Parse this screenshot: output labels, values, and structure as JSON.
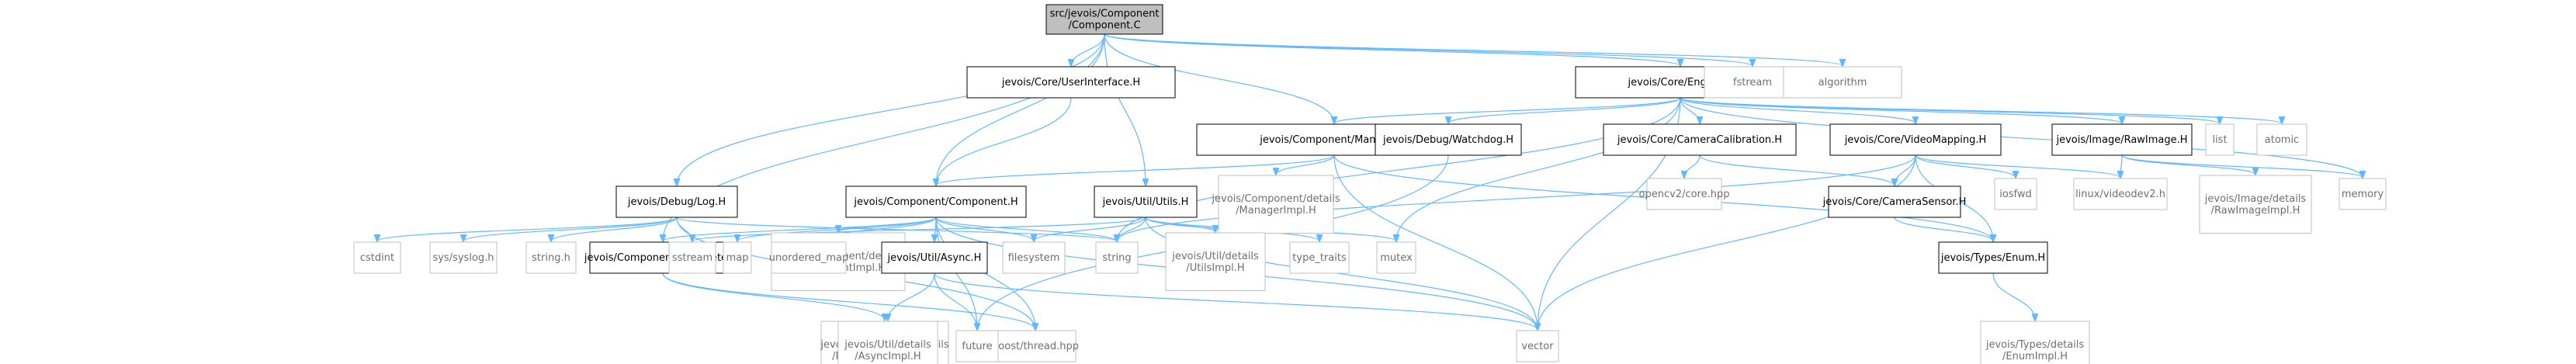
{
  "diagram": {
    "nodes": [
      {
        "id": "root",
        "lines": [
          "src/jevois/Component",
          "/Component.C"
        ],
        "style": "root"
      },
      {
        "id": "ui",
        "lines": [
          "jevois/Core/UserInterface.H"
        ],
        "style": "doc"
      },
      {
        "id": "engine",
        "lines": [
          "jevois/Core/Engine.H"
        ],
        "style": "doc"
      },
      {
        "id": "fstream",
        "lines": [
          "fstream"
        ],
        "style": "ext"
      },
      {
        "id": "algorithm",
        "lines": [
          "algorithm"
        ],
        "style": "ext"
      },
      {
        "id": "manager",
        "lines": [
          "jevois/Component/Manager.H"
        ],
        "style": "doc"
      },
      {
        "id": "watchdog",
        "lines": [
          "jevois/Debug/Watchdog.H"
        ],
        "style": "doc"
      },
      {
        "id": "camcal",
        "lines": [
          "jevois/Core/CameraCalibration.H"
        ],
        "style": "doc"
      },
      {
        "id": "vmap",
        "lines": [
          "jevois/Core/VideoMapping.H"
        ],
        "style": "doc"
      },
      {
        "id": "rawimg",
        "lines": [
          "jevois/Image/RawImage.H"
        ],
        "style": "doc"
      },
      {
        "id": "list",
        "lines": [
          "list"
        ],
        "style": "ext"
      },
      {
        "id": "atomic",
        "lines": [
          "atomic"
        ],
        "style": "ext"
      },
      {
        "id": "memory",
        "lines": [
          "memory"
        ],
        "style": "ext"
      },
      {
        "id": "log",
        "lines": [
          "jevois/Debug/Log.H"
        ],
        "style": "doc"
      },
      {
        "id": "compH",
        "lines": [
          "jevois/Component/Component.H"
        ],
        "style": "doc"
      },
      {
        "id": "utils",
        "lines": [
          "jevois/Util/Utils.H"
        ],
        "style": "doc"
      },
      {
        "id": "mgrimpl",
        "lines": [
          "jevois/Component/details",
          "/ManagerImpl.H"
        ],
        "style": "ext"
      },
      {
        "id": "opencv",
        "lines": [
          "opencv2/core.hpp"
        ],
        "style": "ext"
      },
      {
        "id": "camsensor",
        "lines": [
          "jevois/Core/CameraSensor.H"
        ],
        "style": "doc"
      },
      {
        "id": "iosfwd",
        "lines": [
          "iosfwd"
        ],
        "style": "ext"
      },
      {
        "id": "v4l2",
        "lines": [
          "linux/videodev2.h"
        ],
        "style": "ext"
      },
      {
        "id": "rawimpl",
        "lines": [
          "jevois/Image/details",
          "/RawImageImpl.H"
        ],
        "style": "ext"
      },
      {
        "id": "cstdint",
        "lines": [
          "cstdint"
        ],
        "style": "ext"
      },
      {
        "id": "syslog",
        "lines": [
          "sys/syslog.h"
        ],
        "style": "ext"
      },
      {
        "id": "stringh",
        "lines": [
          "string.h"
        ],
        "style": "ext"
      },
      {
        "id": "param",
        "lines": [
          "jevois/Component/Parameter.H"
        ],
        "style": "doc"
      },
      {
        "id": "compimpl",
        "lines": [
          "jevois/Component/details",
          "/ComponentImpl.H"
        ],
        "style": "ext"
      },
      {
        "id": "sstream",
        "lines": [
          "sstream"
        ],
        "style": "ext"
      },
      {
        "id": "map",
        "lines": [
          "map"
        ],
        "style": "ext"
      },
      {
        "id": "umap",
        "lines": [
          "unordered_map"
        ],
        "style": "ext"
      },
      {
        "id": "async",
        "lines": [
          "jevois/Util/Async.H"
        ],
        "style": "doc"
      },
      {
        "id": "filesystem",
        "lines": [
          "filesystem"
        ],
        "style": "ext"
      },
      {
        "id": "string",
        "lines": [
          "string"
        ],
        "style": "ext"
      },
      {
        "id": "utilsimpl",
        "lines": [
          "jevois/Util/details",
          "/UtilsImpl.H"
        ],
        "style": "ext"
      },
      {
        "id": "typetraits",
        "lines": [
          "type_traits"
        ],
        "style": "ext"
      },
      {
        "id": "mutex",
        "lines": [
          "mutex"
        ],
        "style": "ext"
      },
      {
        "id": "enum",
        "lines": [
          "jevois/Types/Enum.H"
        ],
        "style": "doc"
      },
      {
        "id": "paramhelpers",
        "lines": [
          "jevois/Component/details",
          "/ParameterHelpers.H"
        ],
        "style": "ext"
      },
      {
        "id": "boostthread",
        "lines": [
          "boost/thread.hpp"
        ],
        "style": "ext"
      },
      {
        "id": "asyncimpl",
        "lines": [
          "jevois/Util/details",
          "/AsyncImpl.H"
        ],
        "style": "ext"
      },
      {
        "id": "future",
        "lines": [
          "future"
        ],
        "style": "ext"
      },
      {
        "id": "vector",
        "lines": [
          "vector"
        ],
        "style": "ext"
      },
      {
        "id": "enumimpl",
        "lines": [
          "jevois/Types/details",
          "/EnumImpl.H"
        ],
        "style": "ext"
      }
    ],
    "edges": [
      [
        "root",
        "ui"
      ],
      [
        "root",
        "engine"
      ],
      [
        "root",
        "fstream"
      ],
      [
        "root",
        "algorithm"
      ],
      [
        "root",
        "manager"
      ],
      [
        "root",
        "log"
      ],
      [
        "root",
        "compH"
      ],
      [
        "root",
        "utils"
      ],
      [
        "root",
        "param"
      ],
      [
        "ui",
        "compH"
      ],
      [
        "engine",
        "manager"
      ],
      [
        "engine",
        "watchdog"
      ],
      [
        "engine",
        "camcal"
      ],
      [
        "engine",
        "vmap"
      ],
      [
        "engine",
        "rawimg"
      ],
      [
        "engine",
        "list"
      ],
      [
        "engine",
        "atomic"
      ],
      [
        "engine",
        "memory"
      ],
      [
        "engine",
        "vector"
      ],
      [
        "engine",
        "mutex"
      ],
      [
        "engine",
        "string"
      ],
      [
        "manager",
        "compH"
      ],
      [
        "manager",
        "mgrimpl"
      ],
      [
        "manager",
        "vector"
      ],
      [
        "manager",
        "enum"
      ],
      [
        "watchdog",
        "future"
      ],
      [
        "camcal",
        "opencv"
      ],
      [
        "camcal",
        "camsensor"
      ],
      [
        "vmap",
        "camsensor"
      ],
      [
        "vmap",
        "iosfwd"
      ],
      [
        "vmap",
        "v4l2"
      ],
      [
        "vmap",
        "enum"
      ],
      [
        "vmap",
        "vector"
      ],
      [
        "vmap",
        "string"
      ],
      [
        "rawimg",
        "v4l2"
      ],
      [
        "rawimg",
        "rawimpl"
      ],
      [
        "rawimg",
        "memory"
      ],
      [
        "camsensor",
        "enum"
      ],
      [
        "enum",
        "enumimpl"
      ],
      [
        "log",
        "cstdint"
      ],
      [
        "log",
        "syslog"
      ],
      [
        "log",
        "stringh"
      ],
      [
        "log",
        "sstream"
      ],
      [
        "log",
        "boostthread"
      ],
      [
        "log",
        "string"
      ],
      [
        "compH",
        "param"
      ],
      [
        "compH",
        "compimpl"
      ],
      [
        "compH",
        "map"
      ],
      [
        "compH",
        "umap"
      ],
      [
        "compH",
        "async"
      ],
      [
        "compH",
        "filesystem"
      ],
      [
        "compH",
        "string"
      ],
      [
        "compH",
        "future"
      ],
      [
        "compH",
        "vector"
      ],
      [
        "compH",
        "boostthread"
      ],
      [
        "utils",
        "sstream"
      ],
      [
        "utils",
        "filesystem"
      ],
      [
        "utils",
        "string"
      ],
      [
        "utils",
        "utilsimpl"
      ],
      [
        "utils",
        "typetraits"
      ],
      [
        "utils",
        "mutex"
      ],
      [
        "utils",
        "vector"
      ],
      [
        "param",
        "paramhelpers"
      ],
      [
        "param",
        "boostthread"
      ],
      [
        "async",
        "asyncimpl"
      ],
      [
        "async",
        "future"
      ],
      [
        "async",
        "vector"
      ]
    ]
  }
}
